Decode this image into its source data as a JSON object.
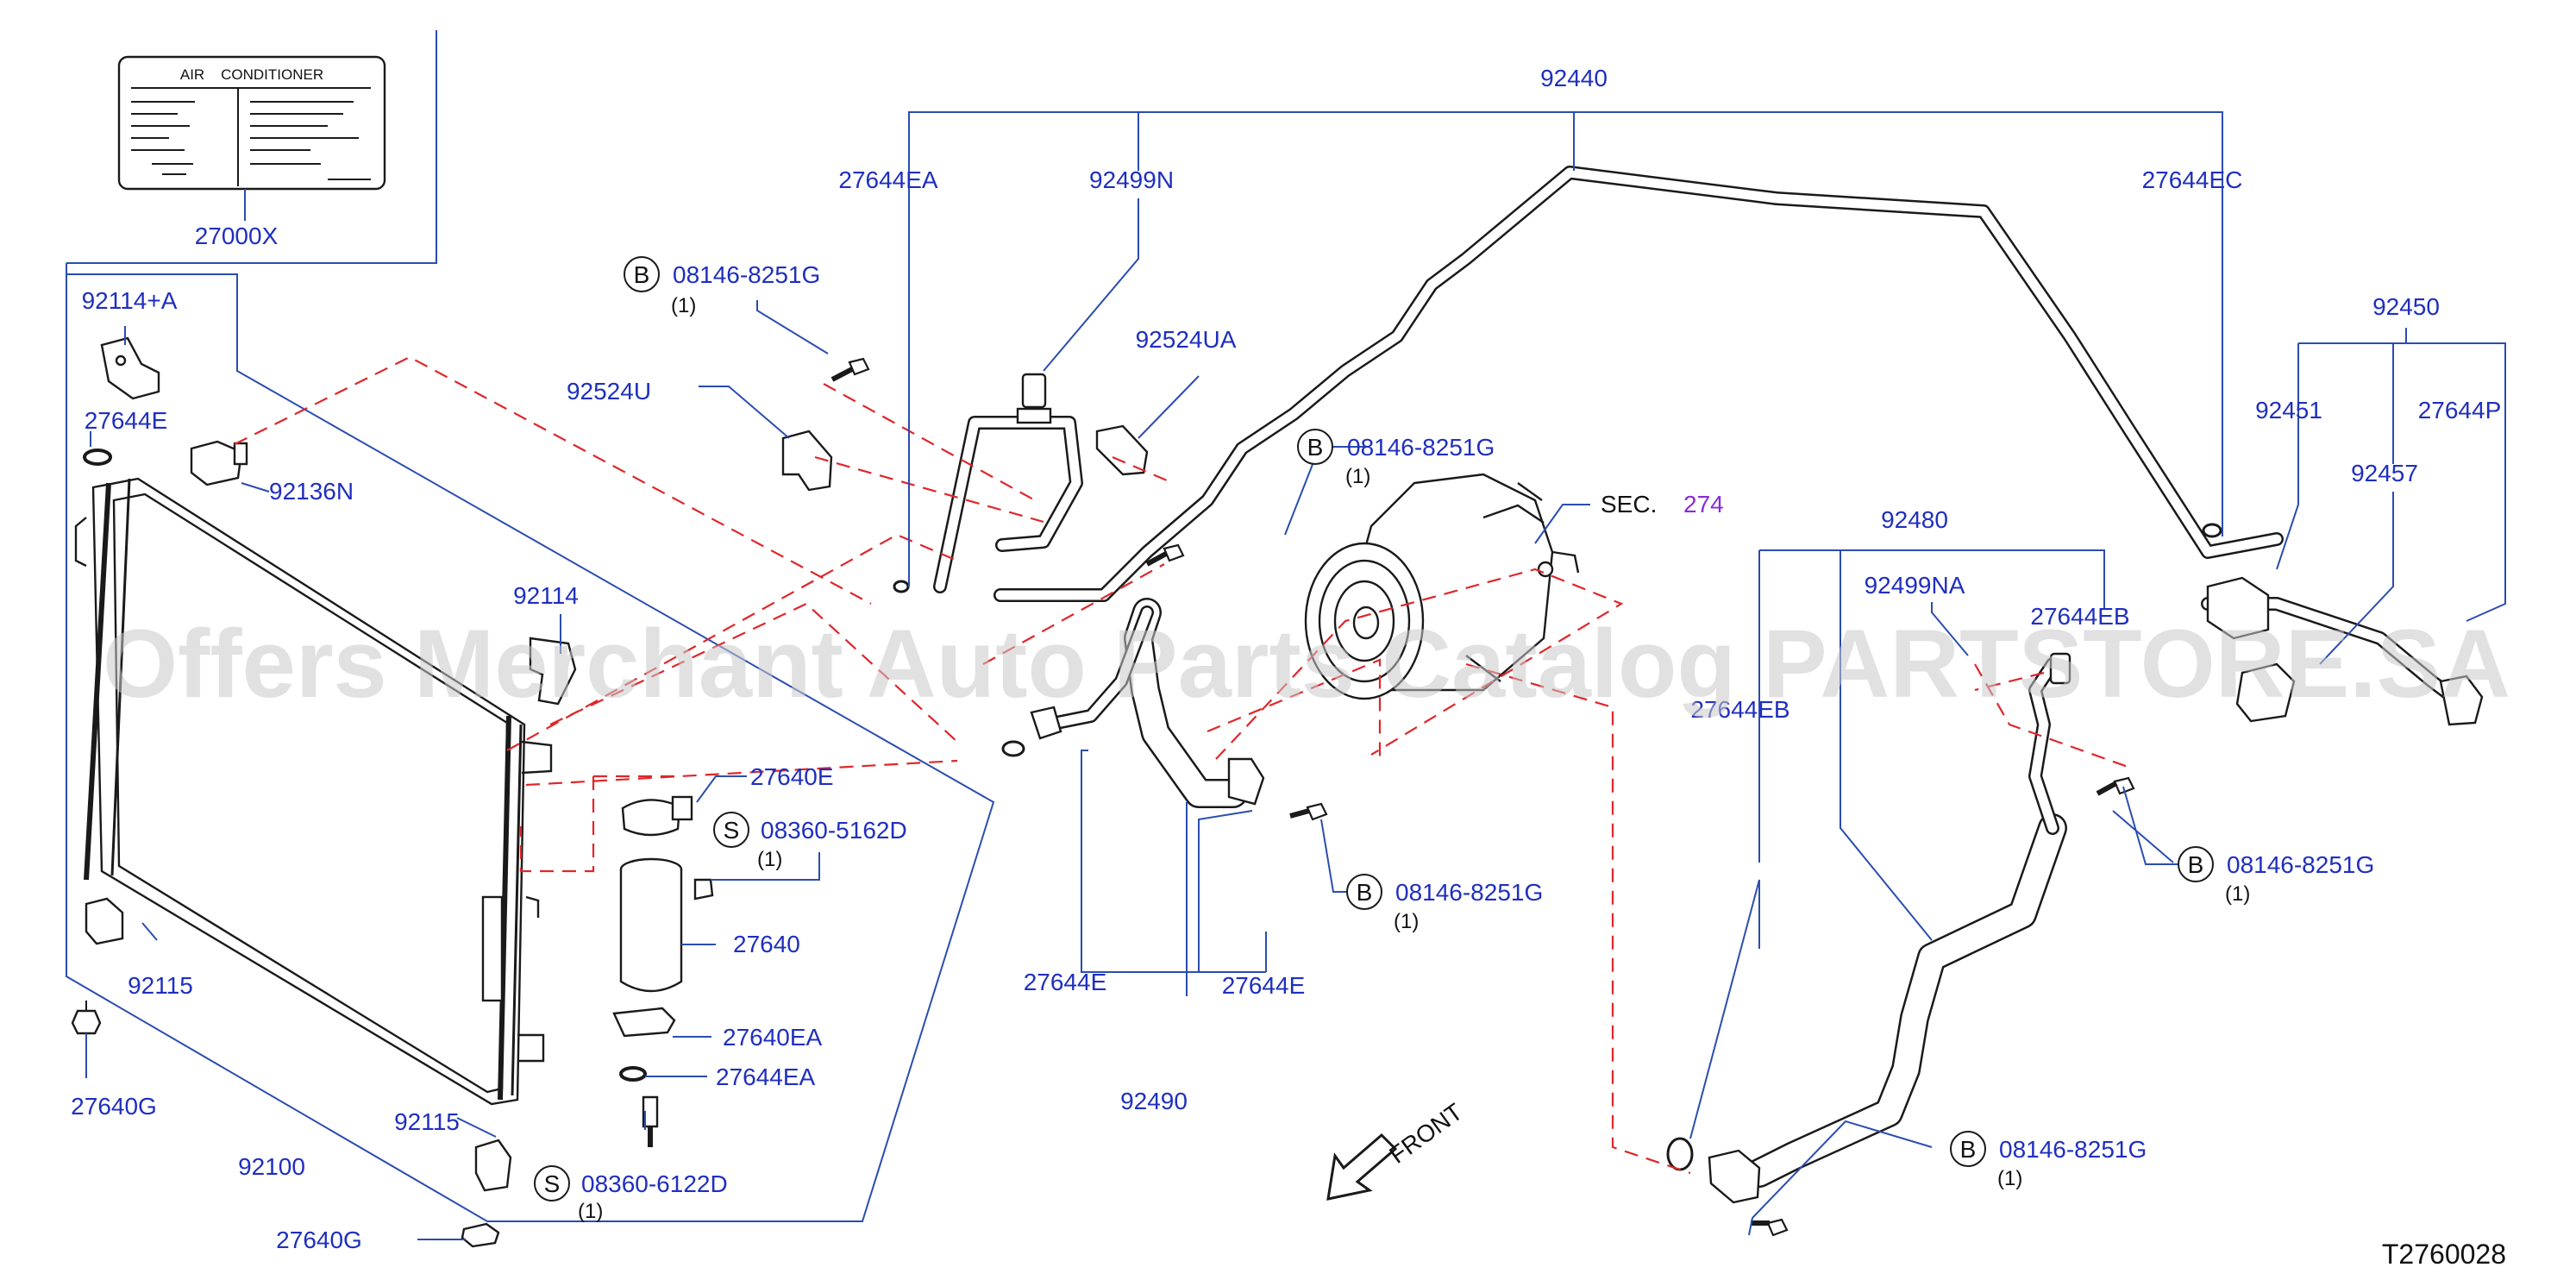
{
  "diagram": {
    "type": "exploded-parts-diagram",
    "drawing_id": "T2760028",
    "watermark": "Offers Merchant Auto Parts Catalog PARTSTORE.SA",
    "front_label": "FRONT",
    "section_ref": {
      "prefix": "SEC.",
      "number": "274"
    },
    "label_plate": {
      "title": "AIR    CONDITIONER",
      "part_no": "27000X"
    },
    "parts": {
      "p92440": "92440",
      "p27644EA": "27644EA",
      "p92499N": "92499N",
      "p27644EC": "27644EC",
      "p92524UA": "92524UA",
      "p92524U": "92524U",
      "p92114A": "92114+A",
      "p27644E_top": "27644E",
      "p92136N": "92136N",
      "p92114": "92114",
      "p27640E": "27640E",
      "p27640": "27640",
      "p27640EA": "27640EA",
      "p27644EA_low": "27644EA",
      "p92115_left": "92115",
      "p27640G_left": "27640G",
      "p92100": "92100",
      "p92115_bottom": "92115",
      "p27640G_bottom": "27640G",
      "p27644E_mid": "27644E",
      "p27644E_mid2": "27644E",
      "p92490": "92490",
      "p92480": "92480",
      "p92499NA": "92499NA",
      "p27644EB_right": "27644EB",
      "p27644EB_left": "27644EB",
      "p92450": "92450",
      "p92451": "92451",
      "p27644P": "27644P",
      "p92457": "92457"
    },
    "bolts": {
      "b1": {
        "code": "B",
        "part": "08146-8251G",
        "qty": "(1)"
      },
      "b2": {
        "code": "B",
        "part": "08146-8251G",
        "qty": "(1)"
      },
      "b3": {
        "code": "B",
        "part": "08146-8251G",
        "qty": "(1)"
      },
      "b4": {
        "code": "B",
        "part": "08146-8251G",
        "qty": "(1)"
      },
      "b5": {
        "code": "B",
        "part": "08146-8251G",
        "qty": "(1)"
      }
    },
    "screws": {
      "s1": {
        "code": "S",
        "part": "08360-5162D",
        "qty": "(1)"
      },
      "s2": {
        "code": "S",
        "part": "08360-6122D",
        "qty": "(1)"
      }
    },
    "colors": {
      "callout": "#1f2fbf",
      "leader": "#2b4db0",
      "dashed": "#e0262a",
      "section_number": "#8a2bd6",
      "linework": "#1a1a1a"
    }
  }
}
